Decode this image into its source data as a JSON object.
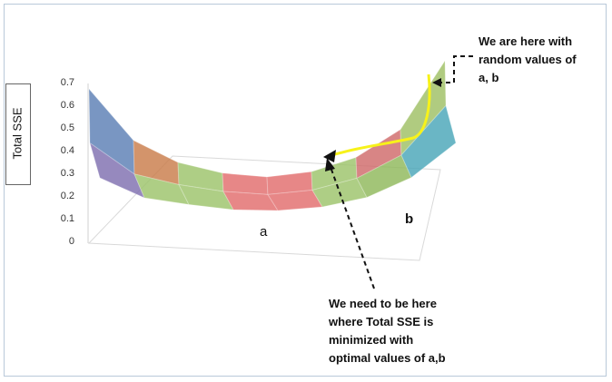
{
  "chart_data": {
    "type": "surface",
    "title": "",
    "ylabel": "Total SSE",
    "xlabel": "a",
    "zlabel": "b",
    "ylim": [
      0,
      0.7
    ],
    "yticks": [
      "0",
      "0.1",
      "0.2",
      "0.3",
      "0.4",
      "0.5",
      "0.6",
      "0.7"
    ],
    "surface": {
      "description_rows": [
        [
          0.68,
          0.45,
          0.35,
          0.3,
          0.28,
          0.3,
          0.36,
          0.48,
          0.78
        ],
        [
          0.55,
          0.38,
          0.32,
          0.28,
          0.26,
          0.28,
          0.34,
          0.46,
          0.72
        ],
        [
          0.48,
          0.34,
          0.29,
          0.25,
          0.24,
          0.26,
          0.32,
          0.45,
          0.68
        ]
      ]
    },
    "annotations": [
      {
        "role": "current",
        "lines": [
          "We are here with",
          "random values of",
          "a, b"
        ]
      },
      {
        "role": "target",
        "lines": [
          "We need to be here",
          "where Total SSE is",
          "minimized with",
          "optimal values of a,b"
        ]
      }
    ]
  }
}
